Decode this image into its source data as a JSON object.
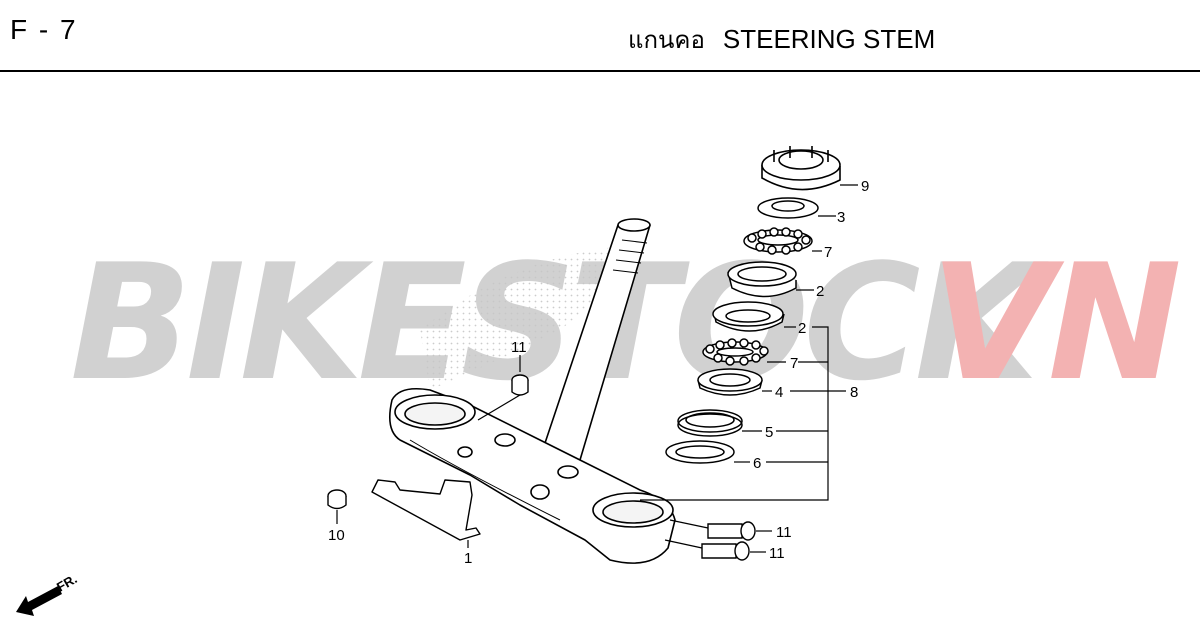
{
  "header": {
    "code": "F - 7",
    "title_th": "แกนคอ",
    "title_en": "STEERING STEM"
  },
  "watermark": {
    "text_grey": "BIKESTOCK",
    "text_red": "VN",
    "color_grey": "#c9c9c9",
    "color_red": "#f2a5a5"
  },
  "callouts": {
    "n9": "9",
    "n3": "3",
    "n7a": "7",
    "n2a": "2",
    "n2b": "2",
    "n7b": "7",
    "n4": "4",
    "n8": "8",
    "n5": "5",
    "n6": "6",
    "n11a": "11",
    "n11b": "11",
    "n11c": "11",
    "n10": "10",
    "n1": "1"
  },
  "direction_marker": "FR."
}
